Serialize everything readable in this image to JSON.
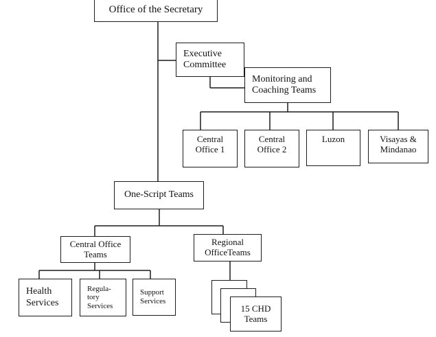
{
  "org_chart": {
    "office_of_the_secretary": "Office of the Secretary",
    "executive_committee": "Executive\nCommittee",
    "monitoring_coaching_teams": "Monitoring and\nCoaching Teams",
    "central_office_1": "Central\nOffice 1",
    "central_office_2": "Central\nOffice 2",
    "luzon": "Luzon",
    "visayas_mindanao": "Visayas &\nMindanao",
    "one_script_teams": "One-Script Teams",
    "central_office_teams": "Central Office\nTeams",
    "regional_office_teams": "Regional\nOfficeTeams",
    "health_services": "Health\nServices",
    "regulatory_services": "Regula-\ntory\nServices",
    "support_services": "Support\nServices",
    "chd_teams": "15 CHD\nTeams"
  }
}
